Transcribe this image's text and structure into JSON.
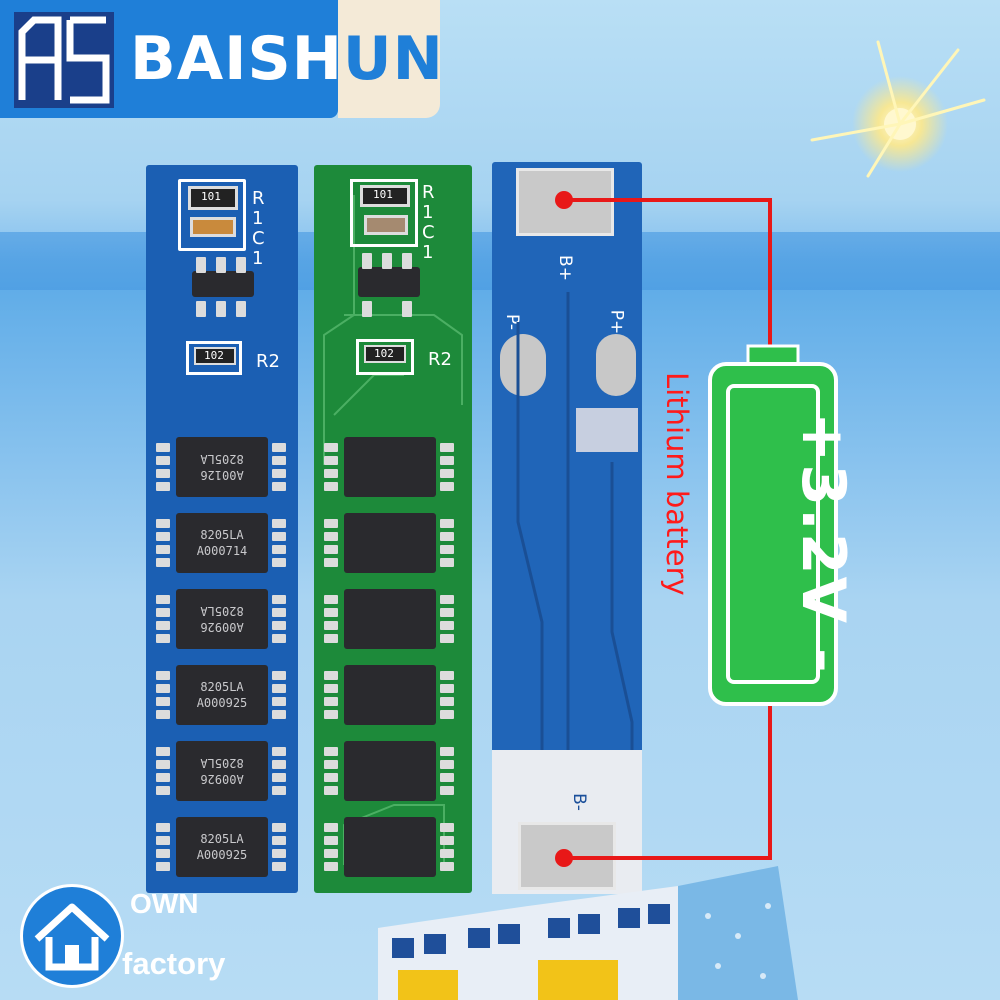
{
  "brand": {
    "name_part1": "BAISH",
    "name_part2": "UN",
    "colors": {
      "primary": "#1f7fd8",
      "cream": "#f4ead7"
    }
  },
  "board_blue": {
    "silk_r1c1": "R1C1",
    "silk_r2": "R2",
    "resistor_top": "101",
    "resistor_mid": "102",
    "mosfets": [
      {
        "line1": "A00126",
        "line2": "8205LA",
        "flipped": true
      },
      {
        "line1": "8205LA",
        "line2": "A000714",
        "flipped": false
      },
      {
        "line1": "A00926",
        "line2": "8205LA",
        "flipped": true
      },
      {
        "line1": "8205LA",
        "line2": "A000925",
        "flipped": false
      },
      {
        "line1": "A00926",
        "line2": "8205LA",
        "flipped": true
      },
      {
        "line1": "8205LA",
        "line2": "A000925",
        "flipped": false
      }
    ]
  },
  "board_green": {
    "silk_r1c1": "R1C1",
    "silk_r2": "R2",
    "resistor_top": "101",
    "resistor_mid": "102"
  },
  "board_back": {
    "label_b_plus": "B+",
    "label_p_minus": "P-",
    "label_p_plus": "P+",
    "label_b_minus": "B-"
  },
  "battery": {
    "caption": "Lithium battery",
    "voltage": "+3.2V -",
    "colors": {
      "body": "#2fbf4b",
      "wire": "#e81818",
      "caption": "#ff1a1a"
    }
  },
  "footer": {
    "line1": "OWN",
    "line2": "factory"
  }
}
